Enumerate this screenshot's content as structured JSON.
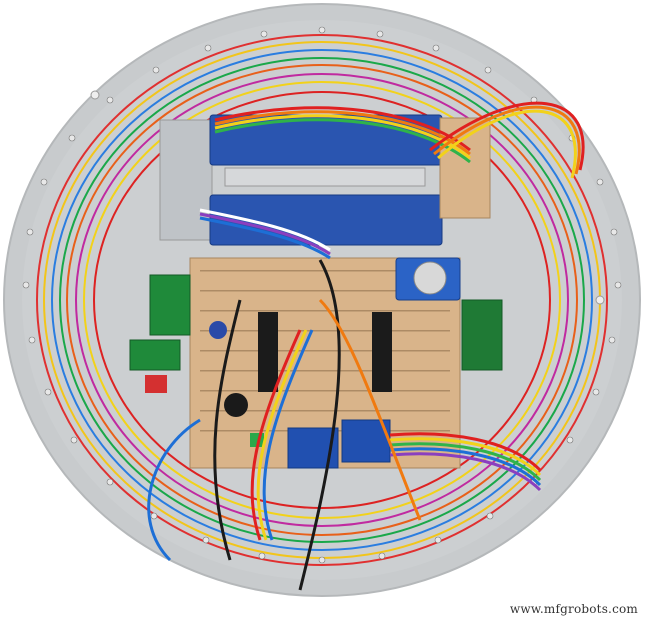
{
  "photo": {
    "subject": "Circular LED clock electronics build",
    "background_color": "#ffffff",
    "disc_color": "#c9ccce",
    "components": [
      {
        "name": "stripboard-main",
        "color": "#d9b48a"
      },
      {
        "name": "stripboard-right",
        "color": "#d9b48a"
      },
      {
        "name": "lcd-display-top",
        "color": "#2a55b0"
      },
      {
        "name": "lcd-display-bottom",
        "color": "#2a55b0"
      },
      {
        "name": "rtc-module",
        "color": "#2b63c6"
      },
      {
        "name": "green-pcb-left",
        "color": "#1f8a3a"
      },
      {
        "name": "green-pcb-right",
        "color": "#1f7a35"
      },
      {
        "name": "metal-bracket",
        "color": "#bfc3c7"
      },
      {
        "name": "buck-converter-left",
        "color": "#2150b0"
      },
      {
        "name": "buck-converter-right",
        "color": "#2150b0"
      }
    ],
    "ribbon_colors": [
      "#e02020",
      "#f07a10",
      "#f2d21a",
      "#2fb34a",
      "#1d6fd6",
      "#8a3fbf",
      "#ffffff",
      "#555555"
    ]
  },
  "watermark": {
    "text": "www.mfgrobots.com"
  }
}
